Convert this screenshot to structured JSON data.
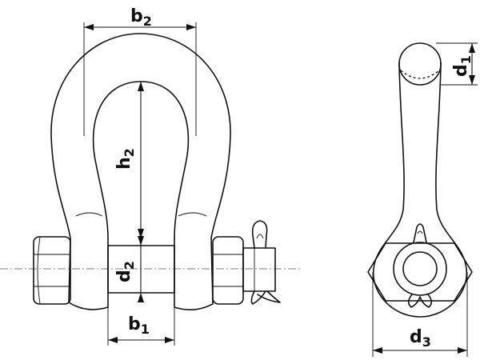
{
  "labels": {
    "b2": {
      "main": "b",
      "sub": "2"
    },
    "h2": {
      "main": "h",
      "sub": "2"
    },
    "d2": {
      "main": "d",
      "sub": "2"
    },
    "b1": {
      "main": "b",
      "sub": "1"
    },
    "d1": {
      "main": "d",
      "sub": "1"
    },
    "d3": {
      "main": "d",
      "sub": "3"
    }
  },
  "colors": {
    "line": "#111111",
    "background": "#ffffff"
  }
}
